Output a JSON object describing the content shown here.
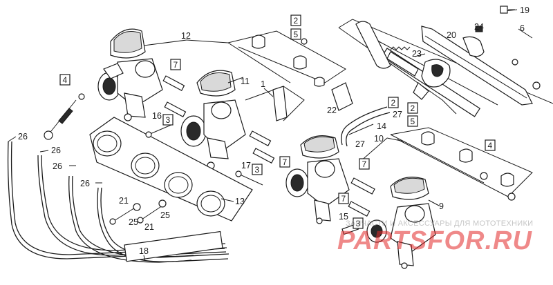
{
  "callouts": [
    {
      "id": "c19",
      "text": "19"
    },
    {
      "id": "c6",
      "text": "6"
    },
    {
      "id": "c20",
      "text": "20"
    },
    {
      "id": "c24",
      "text": "24"
    },
    {
      "id": "c23",
      "text": "23"
    },
    {
      "id": "c12",
      "text": "12"
    },
    {
      "id": "c11",
      "text": "11"
    },
    {
      "id": "c1",
      "text": "1"
    },
    {
      "id": "c22",
      "text": "22"
    },
    {
      "id": "c27a",
      "text": "27"
    },
    {
      "id": "c27b",
      "text": "27"
    },
    {
      "id": "c14",
      "text": "14"
    },
    {
      "id": "c10",
      "text": "10"
    },
    {
      "id": "c16",
      "text": "16"
    },
    {
      "id": "c17",
      "text": "17"
    },
    {
      "id": "c26a",
      "text": "26"
    },
    {
      "id": "c26b",
      "text": "26"
    },
    {
      "id": "c26c",
      "text": "26"
    },
    {
      "id": "c26d",
      "text": "26"
    },
    {
      "id": "c13",
      "text": "13"
    },
    {
      "id": "c21a",
      "text": "21"
    },
    {
      "id": "c21b",
      "text": "21"
    },
    {
      "id": "c25a",
      "text": "25"
    },
    {
      "id": "c25b",
      "text": "25"
    },
    {
      "id": "c18",
      "text": "18"
    },
    {
      "id": "c15",
      "text": "15"
    },
    {
      "id": "c9",
      "text": "9"
    }
  ],
  "boxed_callouts": [
    {
      "id": "b2a",
      "text": "2"
    },
    {
      "id": "b5a",
      "text": "5"
    },
    {
      "id": "b2b",
      "text": "2"
    },
    {
      "id": "b2c",
      "text": "2"
    },
    {
      "id": "b5b",
      "text": "5"
    },
    {
      "id": "b4a",
      "text": "4"
    },
    {
      "id": "b4b",
      "text": "4"
    },
    {
      "id": "b7a",
      "text": "7"
    },
    {
      "id": "b7b",
      "text": "7"
    },
    {
      "id": "b7c",
      "text": "7"
    },
    {
      "id": "b7d",
      "text": "7"
    },
    {
      "id": "b3a",
      "text": "3"
    },
    {
      "id": "b3b",
      "text": "3"
    },
    {
      "id": "b3c",
      "text": "3"
    }
  ],
  "watermark": {
    "tagline": "ЗАПЧАСТИ И АКСЕССУАРЫ ДЛЯ МОТОТЕХНИКИ",
    "brand": "PARTSFOR.RU"
  }
}
